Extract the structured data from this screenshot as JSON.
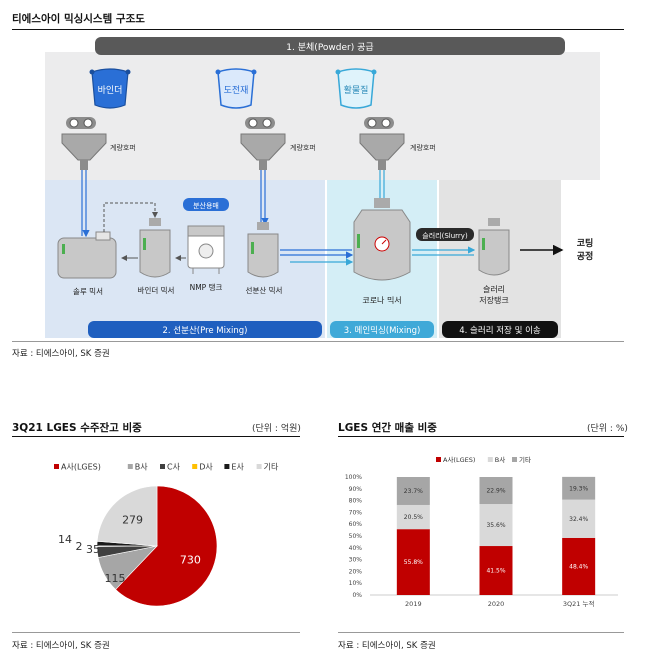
{
  "title": "티에스아이 믹싱시스템 구조도",
  "diagram": {
    "banner": "1. 분체(Powder) 공급",
    "bags": [
      "바인더",
      "도전재",
      "활물질"
    ],
    "feeder_label": "계량호퍼",
    "dispersion_tag": "분산용매",
    "slurry_tag": "슬러리(Slurry)",
    "equipment": {
      "solu_mixer": "솔루 믹서",
      "binder_mixer": "바인더 믹서",
      "nmp_tank": "NMP 탱크",
      "predispersion_mixer": "선분산 믹서",
      "corona_mixer": "코로나 믹서",
      "slurry_tank_line1": "슬러리",
      "slurry_tank_line2": "저장탱크"
    },
    "coating_line1": "코팅",
    "coating_line2": "공정",
    "stages": [
      "2. 선분산(Pre Mixing)",
      "3. 메인믹싱(Mixing)",
      "4. 슬러리 저장 및 이송"
    ]
  },
  "source_top": "자료 : 티에스아이, SK 증권",
  "pie": {
    "heading": "3Q21 LGES 수주잔고 비중",
    "unit": "(단위 : 억원)",
    "source": "자료 : 티에스아이, SK 증권"
  },
  "bar": {
    "heading": "LGES 연간 매출 비중",
    "unit": "(단위 : %)",
    "source": "자료 : 티에스아이, SK 증권"
  },
  "chart_data": [
    {
      "type": "pie",
      "series": [
        {
          "name": "A사(LGES)",
          "value": 730,
          "color": "#c00000"
        },
        {
          "name": "B사",
          "value": 115,
          "color": "#a6a6a6"
        },
        {
          "name": "C사",
          "value": 35,
          "color": "#404040"
        },
        {
          "name": "D사",
          "value": 2,
          "color": "#ffc000"
        },
        {
          "name": "E사",
          "value": 14,
          "color": "#1a1a1a"
        },
        {
          "name": "기타",
          "value": 279,
          "color": "#d9d9d9"
        }
      ]
    },
    {
      "type": "bar",
      "stacked": true,
      "categories": [
        "2019",
        "2020",
        "3Q21 누적"
      ],
      "series": [
        {
          "name": "A사(LGES)",
          "values": [
            55.8,
            41.5,
            48.4
          ],
          "labels": [
            "55.8%",
            "41.5%",
            "48.4%"
          ],
          "color": "#c00000"
        },
        {
          "name": "B사",
          "values": [
            20.5,
            35.6,
            32.4
          ],
          "labels": [
            "20.5%",
            "35.6%",
            "32.4%"
          ],
          "color": "#d9d9d9"
        },
        {
          "name": "기타",
          "values": [
            23.7,
            22.9,
            19.3
          ],
          "labels": [
            "23.7%",
            "22.9%",
            "19.3%"
          ],
          "color": "#a6a6a6"
        }
      ],
      "ylim": [
        0,
        100
      ],
      "yticks": [
        "0%",
        "10%",
        "20%",
        "30%",
        "40%",
        "50%",
        "60%",
        "70%",
        "80%",
        "90%",
        "100%"
      ]
    }
  ]
}
